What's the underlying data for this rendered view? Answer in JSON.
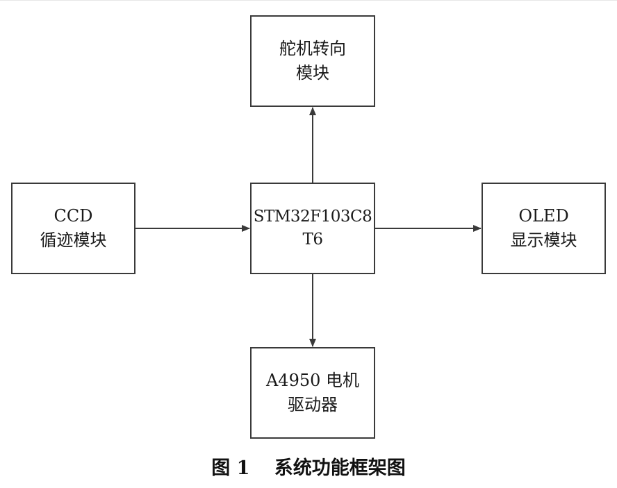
{
  "diagram": {
    "blocks": {
      "servo": {
        "lines": [
          "舵机转向",
          "模块"
        ]
      },
      "ccd": {
        "lines": [
          "CCD",
          "循迹模块"
        ]
      },
      "mcu": {
        "lines": [
          "STM32F103C8",
          "T6"
        ]
      },
      "oled": {
        "lines": [
          "OLED",
          "显示模块"
        ]
      },
      "motor": {
        "lines": [
          "A4950 电机",
          "驱动器"
        ]
      }
    },
    "connections": [
      {
        "from": "ccd",
        "to": "mcu"
      },
      {
        "from": "mcu",
        "to": "servo"
      },
      {
        "from": "mcu",
        "to": "oled"
      },
      {
        "from": "mcu",
        "to": "motor"
      }
    ]
  },
  "caption": {
    "number": "图 1",
    "title": "系统功能框架图"
  },
  "colors": {
    "stroke": "#3a3a3a",
    "text": "#1a1a1a",
    "background": "#ffffff"
  }
}
